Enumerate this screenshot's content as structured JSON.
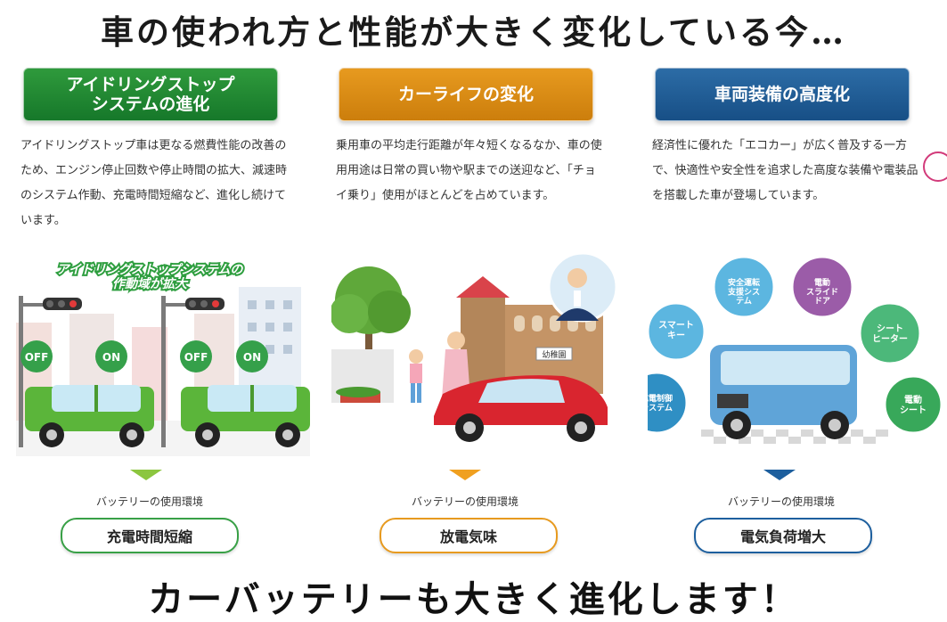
{
  "header": {
    "title": "車の使われ方と性能が大きく変化している今…"
  },
  "columns": [
    {
      "badge": "アイドリングストップ\nシステムの進化",
      "description": "アイドリングストップ車は更なる燃費性能の改善のため、エンジン停止回数や停止時間の拡大、減速時のシステム作動、充電時間短縮など、進化し続けています。",
      "illustration": {
        "caption": "アイドリングストップシステムの\n作動域が拡大",
        "labels": [
          "OFF",
          "ON",
          "OFF",
          "ON"
        ]
      },
      "env_label": "バッテリーの使用環境",
      "result": "充電時間短縮",
      "accent": "#1f8a32"
    },
    {
      "badge": "カーライフの変化",
      "description": "乗用車の平均走行距離が年々短くなるなか、車の使用用途は日常の買い物や駅までの送迎など、「チョイ乗り」使用がほとんどを占めています。",
      "illustration": {
        "sign": "幼稚園"
      },
      "env_label": "バッテリーの使用環境",
      "result": "放電気味",
      "accent": "#df8e16"
    },
    {
      "badge": "車両装備の高度化",
      "description": "経済性に優れた「エコカー」が広く普及する一方で、快適性や安全性を追求した高度な装備や電装品を搭載した車が登場しています。",
      "illustration": {
        "bubbles": [
          "スマート\nキー",
          "安全運転\n支援シス\nテム",
          "電動\nスライド\nドア",
          "シート\nヒーター",
          "充電制御\nシステム",
          "電動\nシート"
        ]
      },
      "env_label": "バッテリーの使用環境",
      "result": "電気負荷増大",
      "accent": "#205f9c"
    }
  ],
  "footer": {
    "title": "カーバッテリーも大きく進化します！"
  }
}
